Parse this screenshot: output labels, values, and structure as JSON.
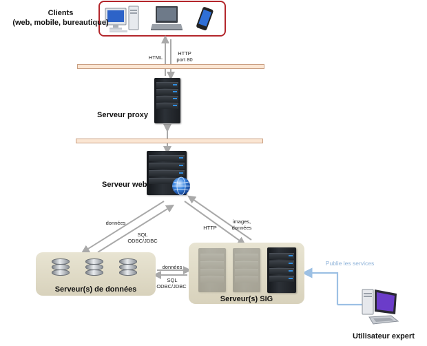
{
  "clients": {
    "title_line1": "Clients",
    "title_line2": "(web, mobile, bureautique)",
    "devices": [
      "desktop-computer",
      "laptop",
      "smartphone"
    ]
  },
  "links": {
    "html": "HTML",
    "http_line1": "HTTP",
    "http_line2": "port 80",
    "donnees_left": "données",
    "sql_line1": "SQL",
    "sql_line2": "ODBC/JDBC",
    "http_sig": "HTTP",
    "images_line1": "images,",
    "images_line2": "données",
    "donnees_mid": "données",
    "sql_mid_line1": "SQL",
    "sql_mid_line2": "ODBC/JDBC",
    "publish": "Publie les services"
  },
  "nodes": {
    "proxy": "Serveur proxy",
    "web": "Serveur web",
    "data": "Serveur(s) de données",
    "sig": "Serveur(s) SIG",
    "expert": "Utilisateur expert"
  },
  "colors": {
    "client_border": "#b3262b",
    "firewall": "#fbe6d3",
    "arrow": "#a9a9a9",
    "publish_arrow": "#9cc0e4",
    "publish_text": "#8fb3d9",
    "box": "#ded9c6"
  }
}
